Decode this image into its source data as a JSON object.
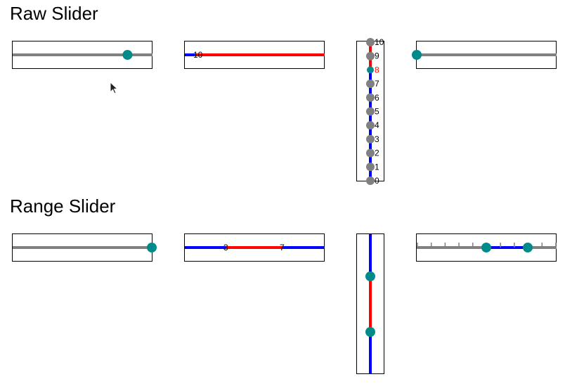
{
  "headings": {
    "raw": "Raw Slider",
    "range": "Range Slider"
  },
  "colors": {
    "track": "#808080",
    "thumb": "#008b8b",
    "active": "#ff0000",
    "inactive": "#0000ff",
    "tick": "#808080"
  },
  "raw": {
    "slider1": {
      "min": 0,
      "max": 10,
      "value": 8.3
    },
    "slider2": {
      "min": 0,
      "max": 10,
      "value": 0,
      "label": "10"
    },
    "slider3": {
      "min": 0,
      "max": 10,
      "value": 8,
      "labels": [
        "0",
        "1",
        "2",
        "3",
        "4",
        "5",
        "6",
        "7",
        "8",
        "9",
        "10"
      ],
      "selected_label": "8"
    },
    "slider4": {
      "min": 0,
      "max": 10,
      "value": 0
    }
  },
  "range": {
    "slider1": {
      "min": 0,
      "max": 10,
      "values": [
        10,
        10
      ]
    },
    "slider2": {
      "min": 0,
      "max": 10,
      "values": [
        3,
        7
      ],
      "labels": [
        "3",
        "7"
      ]
    },
    "slider3": {
      "min": 0,
      "max": 10,
      "values": [
        3,
        7
      ]
    },
    "slider4": {
      "min": 0,
      "max": 10,
      "values": [
        5,
        8
      ],
      "tick_count": 11
    }
  },
  "cursor": {
    "icon": "mouse-pointer-icon"
  }
}
